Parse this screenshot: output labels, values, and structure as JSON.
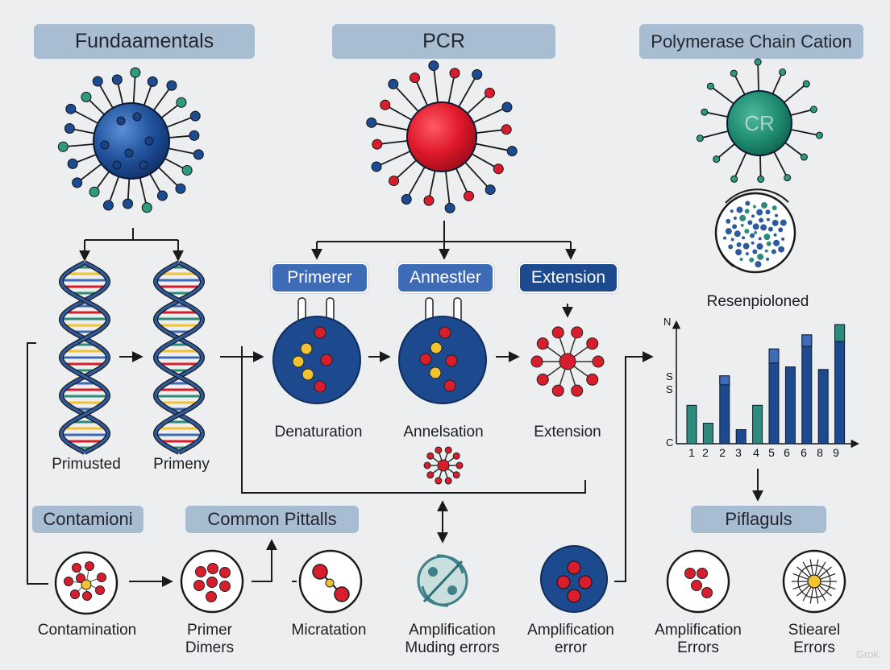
{
  "headers": {
    "fundamentals": "Fundaamentals",
    "pcr": "PCR",
    "polymerase": "Polymerase Chain Cation"
  },
  "steps": {
    "primer": "Primerer",
    "anneal": "Annestler",
    "extension": "Extension"
  },
  "virus_label": "CR",
  "results_label": "Resenpioloned",
  "dna_labels": [
    "Primusted",
    "Primeny"
  ],
  "process_labels": [
    "Denaturation",
    "Annelsation",
    "Extension"
  ],
  "section_headers": {
    "contamination": "Contamioni",
    "pitfalls": "Common Pittalls",
    "right": "Piflaguls"
  },
  "bottom_labels": [
    {
      "line1": "Contamination",
      "line2": ""
    },
    {
      "line1": "Primer",
      "line2": "Dimers"
    },
    {
      "line1": "Micratation",
      "line2": ""
    },
    {
      "line1": "Amplification",
      "line2": "Muding errors"
    },
    {
      "line1": "Amplification",
      "line2": "error"
    },
    {
      "line1": "Amplification",
      "line2": "Errors"
    },
    {
      "line1": "Stiearel",
      "line2": "Errors"
    }
  ],
  "chart_data": {
    "type": "bar",
    "categories": [
      "1",
      "2",
      "2",
      "3",
      "4",
      "5",
      "6",
      "6",
      "8",
      "9"
    ],
    "values": [
      3,
      1.6,
      5.3,
      1.1,
      3,
      7.4,
      6,
      8.5,
      5.8,
      9.3
    ],
    "tops": [
      0,
      0,
      0.7,
      0,
      0,
      1.1,
      0,
      0.9,
      0,
      1.3
    ],
    "y_tick_labels": [
      "N",
      "S",
      "S",
      "C"
    ],
    "ylim": [
      0,
      10
    ],
    "colors": {
      "dark": "#1d4a8f",
      "teal": "#2e8a7a",
      "mid": "#3d6bb5"
    }
  },
  "colors": {
    "navy": "#1c4b8f",
    "red": "#d81e2c",
    "teal": "#1f8a72",
    "yellow": "#f1c232",
    "header_bg": "#a9bdd2"
  },
  "watermark": "Grok"
}
